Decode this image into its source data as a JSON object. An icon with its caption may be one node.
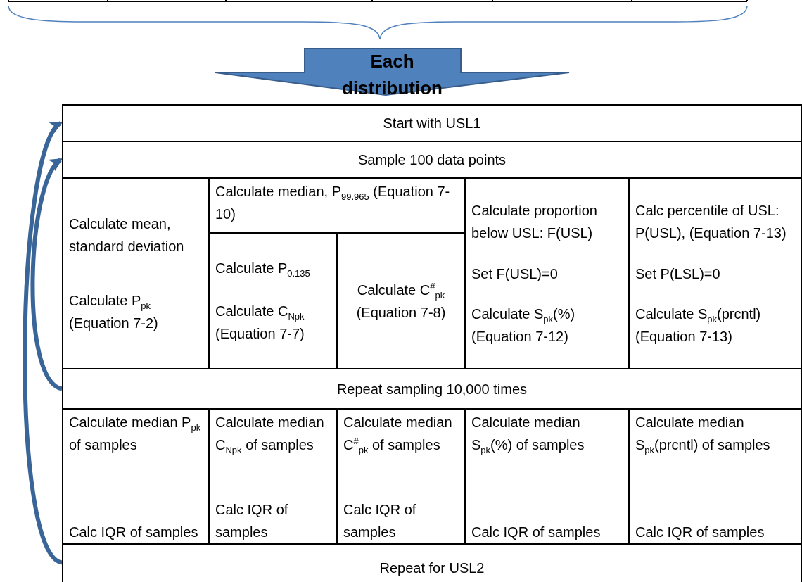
{
  "diagram": {
    "nodes": [
      {
        "text": [
          "Each distribution"
        ]
      },
      {
        "text": [
          "Start with USL1"
        ]
      },
      {
        "text": [
          "Sample 100 data points"
        ]
      },
      {
        "text": [
          "Calculate mean, standard deviation",
          "Calculate P$_{pk}$ (Equation 7-2)"
        ]
      },
      {
        "text": [
          "Calculate median, P$_{99.965}$ (Equation 7-10)"
        ]
      },
      {
        "text": [
          "Calculate P$_{0.135}$",
          "Calculate C$_{Npk}$ (Equation 7-7)"
        ]
      },
      {
        "text": [
          "Calculate C$^{#}$$_{pk}$ (Equation 7-8)"
        ]
      },
      {
        "text": [
          "Calculate proportion below USL: F(USL)",
          "Set F(USL)=0",
          "Calculate S$_{pk}$(%) (Equation 7-12)"
        ]
      },
      {
        "text": [
          "Calc percentile of USL: P(USL), (Equation 7-13)",
          "Set P(LSL)=0",
          "Calculate S$_{pk}$(prcntl) (Equation 7-13)"
        ]
      },
      {
        "text": [
          "Repeat sampling 10,000 times"
        ]
      },
      {
        "text": [
          "Calculate median P$_{pk}$ of samples",
          "Calc IQR of samples"
        ]
      },
      {
        "text": [
          "Calculate median C$_{Npk}$ of samples",
          "Calc IQR of samples"
        ]
      },
      {
        "text": [
          "Calculate median C$^{#}$$_{pk}$ of samples",
          "Calc IQR of samples"
        ]
      },
      {
        "text": [
          "Calculate median S$_{pk}$(%) of samples",
          "Calc IQR of samples"
        ]
      },
      {
        "text": [
          "Calculate median S$_{pk}$(prcntl) of samples",
          "Calc IQR of samples"
        ]
      },
      {
        "text": [
          "Repeat for USL2"
        ]
      }
    ],
    "edges": [
      {
        "from": 9,
        "to": 2,
        "arrow": "to"
      },
      {
        "from": 15,
        "to": 1,
        "arrow": "to"
      }
    ]
  }
}
